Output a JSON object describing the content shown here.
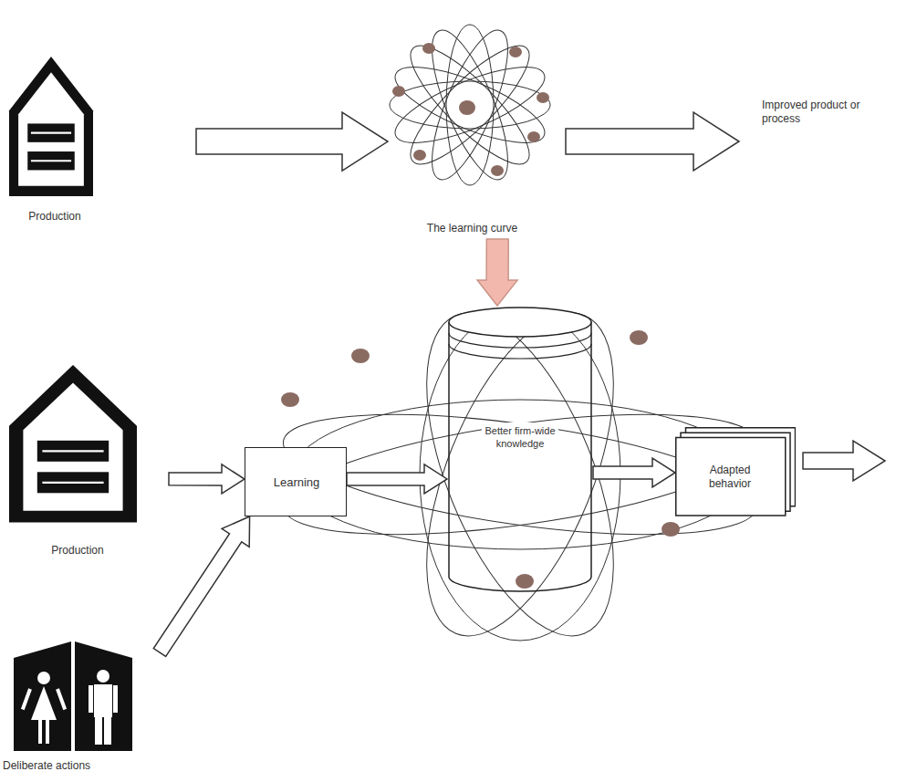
{
  "diagram": {
    "nodes": [
      {
        "text": [
          "Production"
        ]
      },
      {
        "text": [
          "The learning curve"
        ]
      },
      {
        "text": [
          "Production"
        ]
      },
      {
        "text": [
          "Deliberate actions"
        ]
      },
      {
        "text": [
          "Learning"
        ]
      },
      {
        "text": [
          "Better firm-wide knowledge"
        ]
      },
      {
        "text": [
          "Adapted behavior"
        ]
      }
    ],
    "edges": [
      {
        "from": 0,
        "to": 1,
        "arrow": "to"
      },
      {
        "from": 2,
        "to": 4,
        "arrow": "to"
      },
      {
        "from": 3,
        "to": 4,
        "arrow": "to"
      },
      {
        "from": 4,
        "to": 5,
        "arrow": "to"
      },
      {
        "from": 5,
        "to": 6,
        "arrow": "to"
      },
      {
        "from": 1,
        "to": 5,
        "arrow": "to"
      }
    ],
    "labels": [
      "Improved product or process"
    ]
  }
}
